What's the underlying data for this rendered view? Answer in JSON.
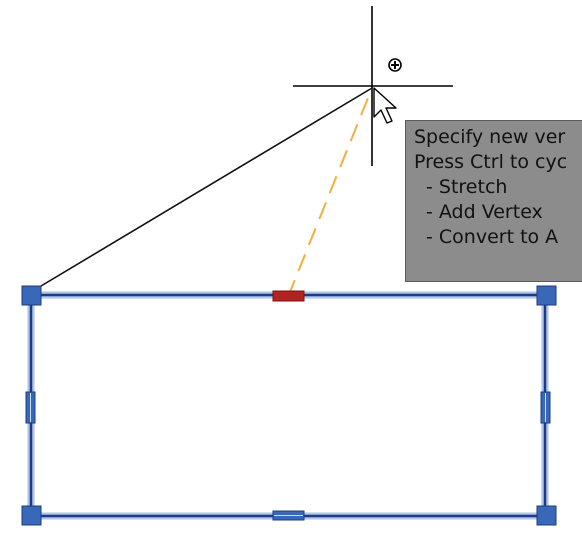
{
  "tooltip": {
    "line1": "Specify new ver",
    "line2": "Press Ctrl to cyc",
    "option1": "- Stretch",
    "option2": "- Add Vertex",
    "option3": "- Convert to A"
  },
  "colors": {
    "background": "#ffffff",
    "rectangle_outline": "#1f3f8f",
    "rectangle_glow": "#8fb0e0",
    "grip": "#3a68b8",
    "grip_border": "#1c3c80",
    "active_grip": "#b22222",
    "rubber_band": "#f0b040",
    "tooltip_background": "#8c8c8c",
    "crosshair": "#000000"
  },
  "icons": {
    "crosshair": "crosshair-cursor-icon",
    "cursor_badge": "plus-badge-icon",
    "pointer": "arrow-pointer-icon"
  }
}
